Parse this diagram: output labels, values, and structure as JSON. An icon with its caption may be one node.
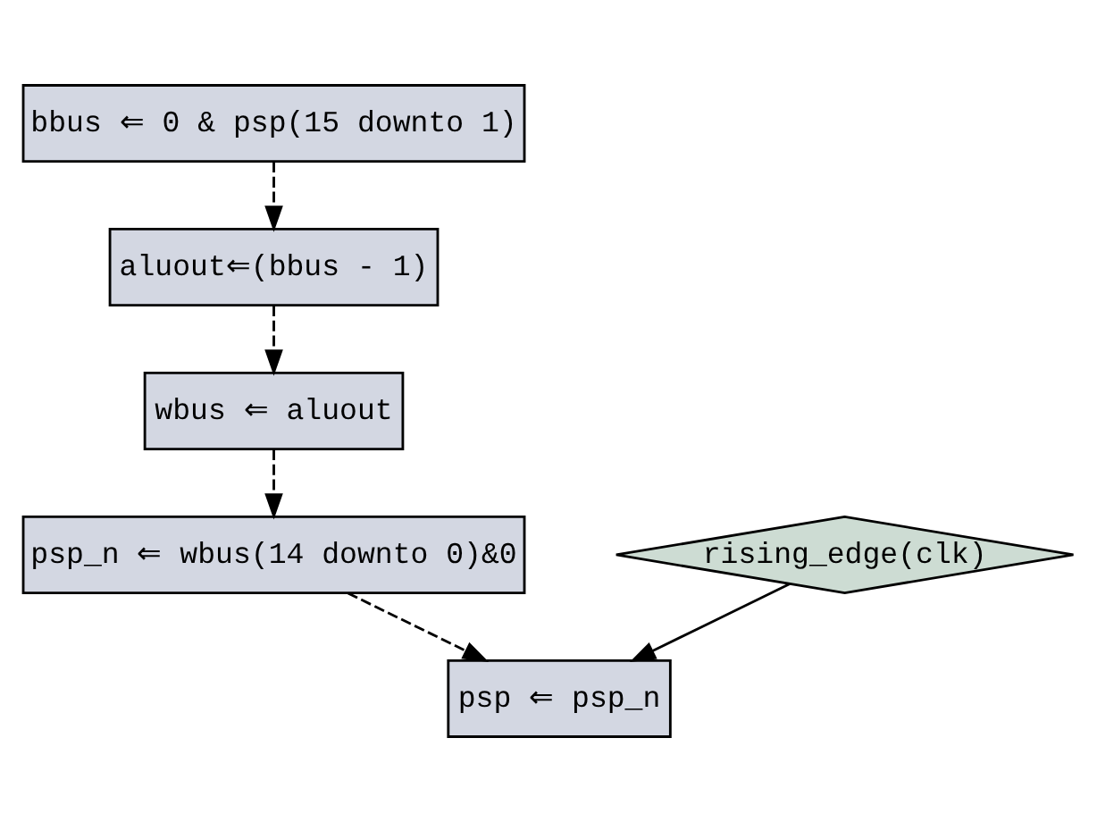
{
  "diagram": {
    "nodes": [
      {
        "text": [
          "bbus ⇐ 0 & psp(15 downto 1)"
        ]
      },
      {
        "text": [
          "aluout⇐(bbus - 1)"
        ]
      },
      {
        "text": [
          "wbus ⇐ aluout"
        ]
      },
      {
        "text": [
          "psp_n ⇐ wbus(14 downto 0)&0"
        ]
      },
      {
        "text": [
          "rising_edge(clk)"
        ]
      },
      {
        "text": [
          "psp ⇐ psp_n"
        ]
      }
    ],
    "edges": [
      {
        "from": 0,
        "to": 1,
        "arrow": "to",
        "style": "dashed"
      },
      {
        "from": 1,
        "to": 2,
        "arrow": "to",
        "style": "dashed"
      },
      {
        "from": 2,
        "to": 3,
        "arrow": "to",
        "style": "dashed"
      },
      {
        "from": 3,
        "to": 5,
        "arrow": "to",
        "style": "dashed"
      },
      {
        "from": 4,
        "to": 5,
        "arrow": "to"
      }
    ]
  }
}
